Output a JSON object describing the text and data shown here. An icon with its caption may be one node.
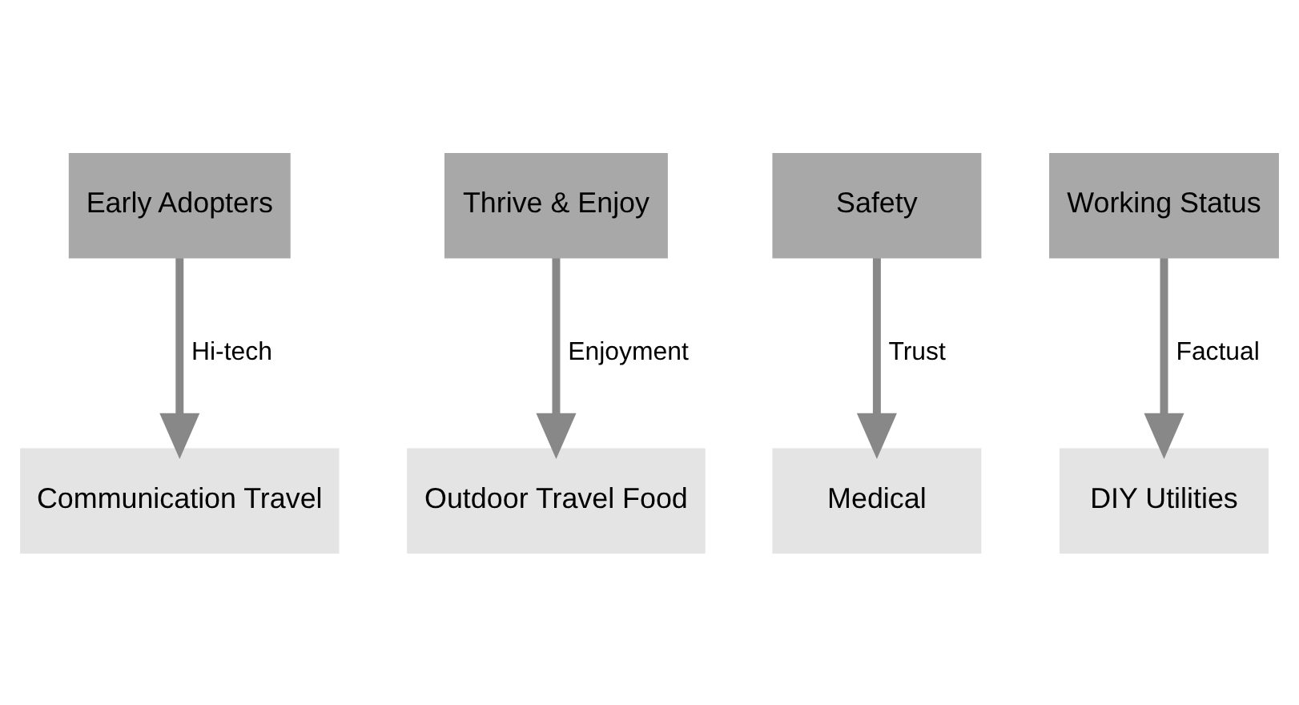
{
  "diagram": {
    "nodes": [
      {
        "text": [
          "Early Adopters"
        ]
      },
      {
        "text": [
          "Thrive & Enjoy"
        ]
      },
      {
        "text": [
          "Safety"
        ]
      },
      {
        "text": [
          "Working Status"
        ]
      },
      {
        "text": [
          "Communication Travel"
        ]
      },
      {
        "text": [
          "Outdoor Travel Food"
        ]
      },
      {
        "text": [
          "Medical"
        ]
      },
      {
        "text": [
          "DIY Utilities"
        ]
      }
    ],
    "edges": [
      {
        "from": 0,
        "to": 4,
        "arrow": "to",
        "label": "Hi-tech"
      },
      {
        "from": 1,
        "to": 5,
        "arrow": "to",
        "label": "Enjoyment"
      },
      {
        "from": 2,
        "to": 6,
        "arrow": "to",
        "label": "Trust"
      },
      {
        "from": 3,
        "to": 7,
        "arrow": "to",
        "label": "Factual"
      }
    ]
  }
}
